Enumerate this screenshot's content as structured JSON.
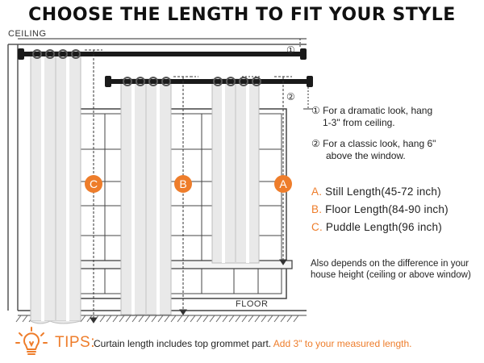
{
  "title": "CHOOSE THE LENGTH TO FIT YOUR STYLE",
  "labels": {
    "ceiling": "CEILING",
    "floor": "FLOOR"
  },
  "markers": {
    "one": "①",
    "two": "②",
    "a": "A",
    "b": "B",
    "c": "C"
  },
  "notes": [
    {
      "line1": "① For a dramatic look, hang",
      "line2": "1-3\" from ceiling."
    },
    {
      "line1": "② For a classic look, hang 6\"",
      "line2": "above the window."
    }
  ],
  "lengths": [
    {
      "letter": "A.",
      "text": "Still Length(45-72 inch)"
    },
    {
      "letter": "B.",
      "text": "Floor Length(84-90 inch)"
    },
    {
      "letter": "C.",
      "text": "Puddle Length(96 inch)"
    }
  ],
  "depends": "Also depends on the difference in your house height (ceiling or above window)",
  "tips": {
    "icon": "lightbulb-icon",
    "label": "TIPS:",
    "text": "Curtain length includes top grommet part.",
    "highlight": "Add 3\" to your measured length."
  },
  "colors": {
    "accent": "#ee7d2b",
    "rod": "#1a1a1a",
    "curtain": "#e6e6e6",
    "line": "#444444"
  }
}
